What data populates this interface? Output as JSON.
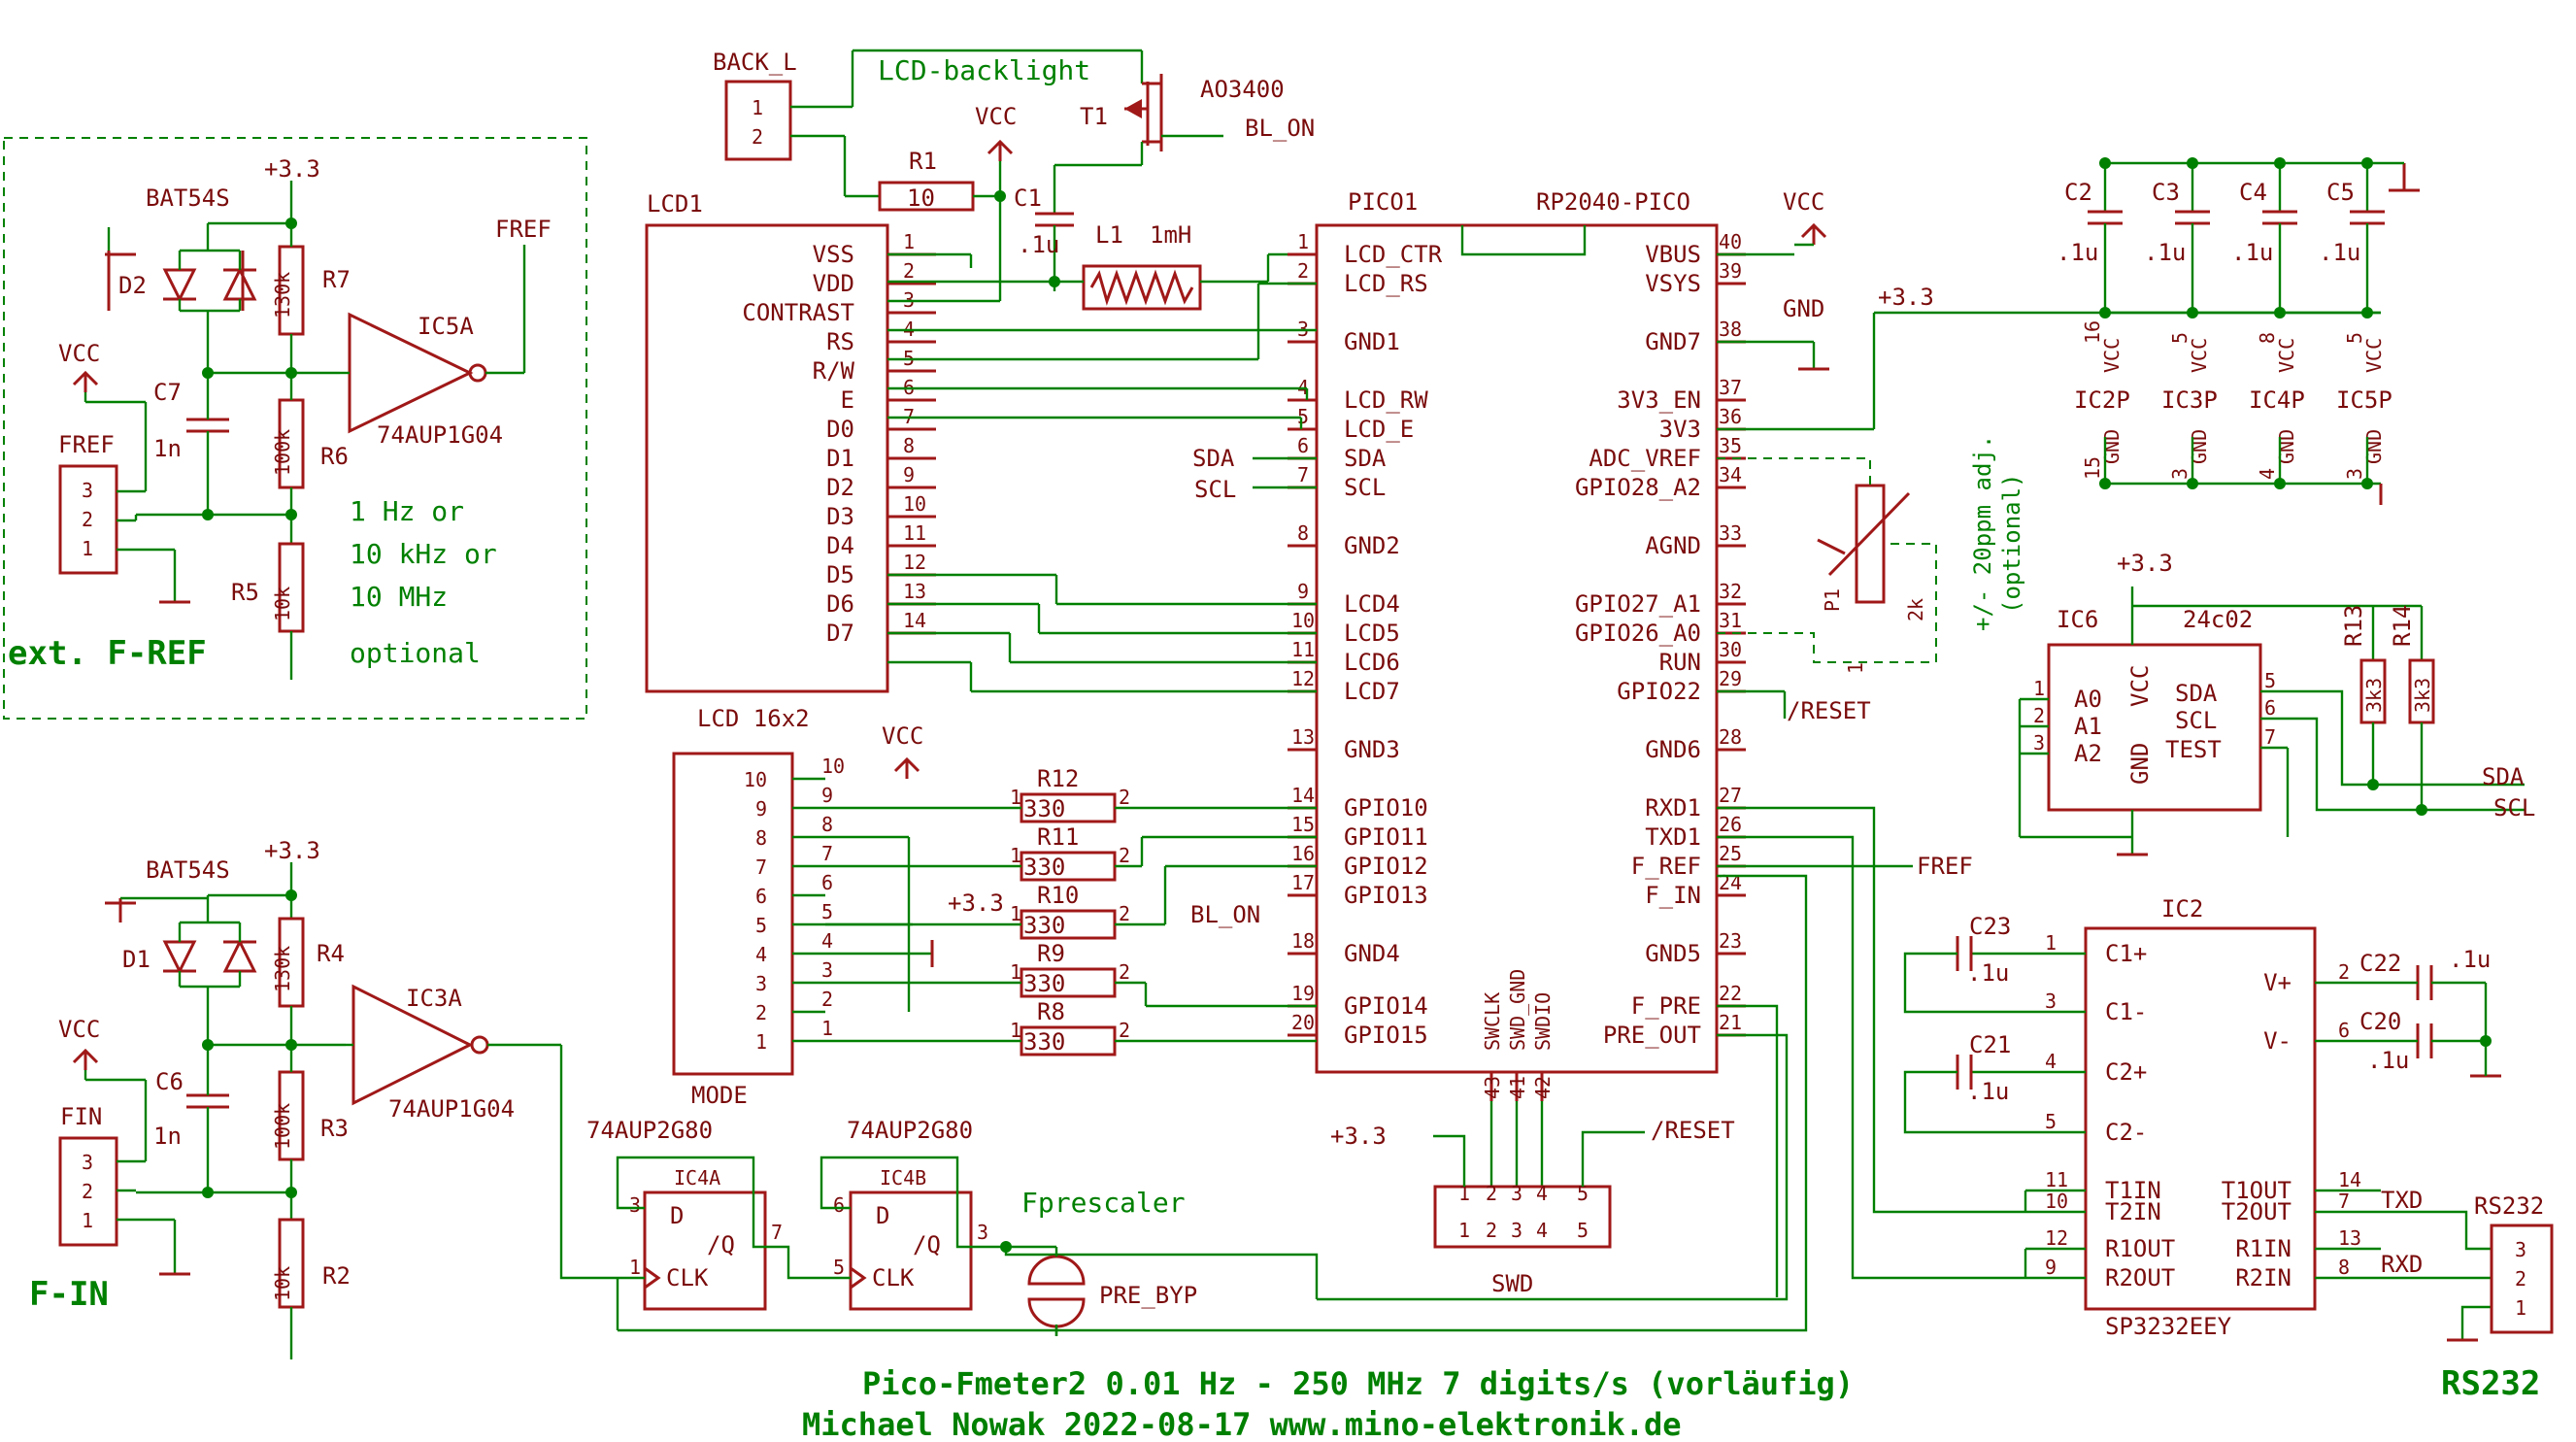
{
  "title": {
    "line1": "Pico-Fmeter2  0.01 Hz - 250 MHz  7 digits/s (vorläufig)",
    "line2": "Michael Nowak  2022-08-17  www.mino-elektronik.de"
  },
  "labels": {
    "rs232_big": "RS232",
    "ext_fref": "ext. F-REF",
    "fin_big": "F-IN",
    "freq1": "1 Hz    or",
    "freq2": "10 kHz or",
    "freq3": "10 MHz",
    "optional": "optional",
    "lcd_backlight": "LCD-backlight",
    "fprescaler": "Fprescaler",
    "ppm1": "+/- 20ppm adj.",
    "ppm2": "(optional)"
  },
  "nets": {
    "vcc": "VCC",
    "p33": "+3.3",
    "gnd": "GND",
    "fref": "FREF",
    "sda": "SDA",
    "scl": "SCL",
    "reset": "/RESET",
    "bl_on": "BL_ON",
    "txd": "TXD",
    "rxd": "RXD"
  },
  "parts": {
    "back_l": "BACK_L",
    "r1": "R1",
    "r1v": "10",
    "c1": "C1",
    "c1v": ".1u",
    "l1": "L1",
    "l1v": "1mH",
    "t1": "T1",
    "ao3400": "AO3400",
    "lcd1": "LCD1",
    "lcd16": "LCD 16x2",
    "pico1": "PICO1",
    "rp2040": "RP2040-PICO",
    "c2": "C2",
    "c3": "C3",
    "c4": "C4",
    "c5": "C5",
    "cval": ".1u",
    "ic2p": "IC2P",
    "ic3p": "IC3P",
    "ic4p": "IC4P",
    "ic5p": "IC5P",
    "ic6": "IC6",
    "ic6v": "24c02",
    "r13": "R13",
    "r14": "R14",
    "rv3k3": "3k3",
    "ic2": "IC2",
    "sp3232": "SP3232EEY",
    "c20": "C20",
    "c21": "C21",
    "c22": "C22",
    "c23": "C23",
    "rs232": "RS232",
    "swd": "SWD",
    "mode": "MODE",
    "r8": "R8",
    "r9": "R9",
    "r10": "R10",
    "r11": "R11",
    "r12": "R12",
    "r330": "330",
    "ic4a": "IC4A",
    "ic4b": "IC4B",
    "g80": "74AUP2G80",
    "pre_byp": "PRE_BYP",
    "bat54s": "BAT54S",
    "d1": "D1",
    "d2": "D2",
    "c6": "C6",
    "c7": "C7",
    "c1n": "1n",
    "r2": "R2",
    "r3": "R3",
    "r4": "R4",
    "r5": "R5",
    "r6": "R6",
    "r7": "R7",
    "r130k": "130k",
    "r100k": "100k",
    "r10k": "10k",
    "ic3a": "IC3A",
    "ic5a": "IC5A",
    "g04": "74AUP1G04",
    "fref_conn": "FREF",
    "fin_conn": "FIN",
    "p1": "P1",
    "p1v": "2k"
  },
  "lcd_pins": [
    "VSS",
    "VDD",
    "CONTRAST",
    "RS",
    "R/W",
    "E",
    "D0",
    "D1",
    "D2",
    "D3",
    "D4",
    "D5",
    "D6",
    "D7"
  ],
  "pico_left": [
    {
      "n": "1",
      "t": "LCD_CTR"
    },
    {
      "n": "2",
      "t": "LCD_RS"
    },
    {
      "n": "3",
      "t": "GND1"
    },
    {
      "n": "4",
      "t": "LCD_RW"
    },
    {
      "n": "5",
      "t": "LCD_E"
    },
    {
      "n": "6",
      "t": "SDA"
    },
    {
      "n": "7",
      "t": "SCL"
    },
    {
      "n": "8",
      "t": "GND2"
    },
    {
      "n": "9",
      "t": "LCD4"
    },
    {
      "n": "10",
      "t": "LCD5"
    },
    {
      "n": "11",
      "t": "LCD6"
    },
    {
      "n": "12",
      "t": "LCD7"
    },
    {
      "n": "13",
      "t": "GND3"
    },
    {
      "n": "14",
      "t": "GPIO10"
    },
    {
      "n": "15",
      "t": "GPIO11"
    },
    {
      "n": "16",
      "t": "GPIO12"
    },
    {
      "n": "17",
      "t": "GPIO13"
    },
    {
      "n": "18",
      "t": "GND4"
    },
    {
      "n": "19",
      "t": "GPIO14"
    },
    {
      "n": "20",
      "t": "GPIO15"
    }
  ],
  "pico_right": [
    {
      "n": "40",
      "t": "VBUS"
    },
    {
      "n": "39",
      "t": "VSYS"
    },
    {
      "n": "38",
      "t": "GND7"
    },
    {
      "n": "37",
      "t": "3V3_EN"
    },
    {
      "n": "36",
      "t": "3V3"
    },
    {
      "n": "35",
      "t": "ADC_VREF"
    },
    {
      "n": "34",
      "t": "GPIO28_A2"
    },
    {
      "n": "33",
      "t": "AGND"
    },
    {
      "n": "32",
      "t": "GPIO27_A1"
    },
    {
      "n": "31",
      "t": "GPIO26_A0"
    },
    {
      "n": "30",
      "t": "RUN"
    },
    {
      "n": "29",
      "t": "GPIO22"
    },
    {
      "n": "28",
      "t": "GND6"
    },
    {
      "n": "27",
      "t": "RXD1"
    },
    {
      "n": "26",
      "t": "TXD1"
    },
    {
      "n": "25",
      "t": "F_REF"
    },
    {
      "n": "24",
      "t": "F_IN"
    },
    {
      "n": "23",
      "t": "GND5"
    },
    {
      "n": "22",
      "t": "F_PRE"
    },
    {
      "n": "21",
      "t": "PRE_OUT"
    }
  ],
  "pico_bottom": [
    "SWCLK",
    "SWD_GND",
    "SWDIO"
  ],
  "ic2_left": [
    "C1+",
    "C1-",
    "C2+",
    "C2-",
    "T1IN",
    "T2IN",
    "R1OUT",
    "R2OUT"
  ],
  "ic2_right": [
    "V+",
    "V-",
    "T1OUT",
    "T2OUT",
    "R1IN",
    "R2IN"
  ],
  "ic6_pins": [
    "A0",
    "A1",
    "A2",
    "VCC",
    "GND",
    "SDA",
    "SCL",
    "TEST"
  ]
}
